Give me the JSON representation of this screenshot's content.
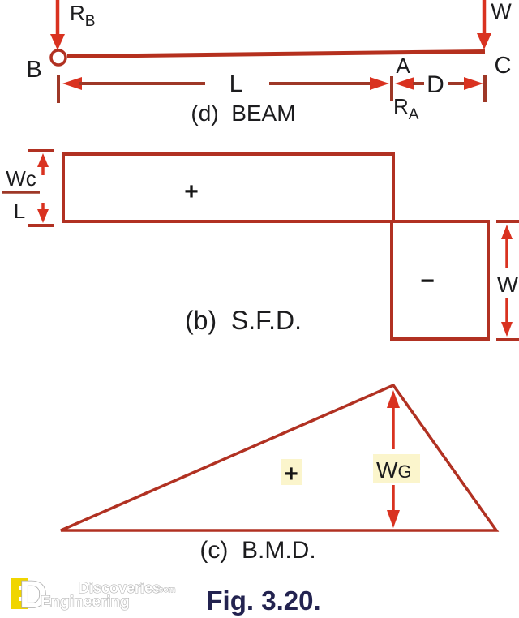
{
  "colors": {
    "background": "#ffffff",
    "cream": "#FBF5CC",
    "hatch": "#8F3B25",
    "border": "#B13122",
    "beamline": "#B5301E",
    "arrow": "#D93220",
    "dim": "#9E3827",
    "ink": "#1C1C1E",
    "navy": "#232350",
    "logoYellow": "#F0D500",
    "logoGray": "#ABABAB"
  },
  "beam": {
    "caption": "(d)  BEAM",
    "support_label": "B",
    "point_label": "A",
    "end_label": "C",
    "reaction_left": {
      "main": "R",
      "sub": "B"
    },
    "reaction_right": {
      "main": "R",
      "sub": "A"
    },
    "load_label": "W",
    "span_label": "L",
    "overhang_label": "D"
  },
  "sfd": {
    "caption": "(b)  S.F.D.",
    "positive_sign": "+",
    "negative_sign": "−",
    "left_dim_numerator": "Wc",
    "left_dim_denominator": "L",
    "right_dim_label": "W"
  },
  "bmd": {
    "caption": "(c)  B.M.D.",
    "positive_sign": "+",
    "peak_label": {
      "main": "W",
      "sub": "G"
    }
  },
  "figure_caption": "Fig. 3.20.",
  "logo": {
    "monogram_d": "D",
    "word_top": "Discoveries",
    "word_top_suffix": ".com",
    "word_bottom": "Engineering"
  }
}
